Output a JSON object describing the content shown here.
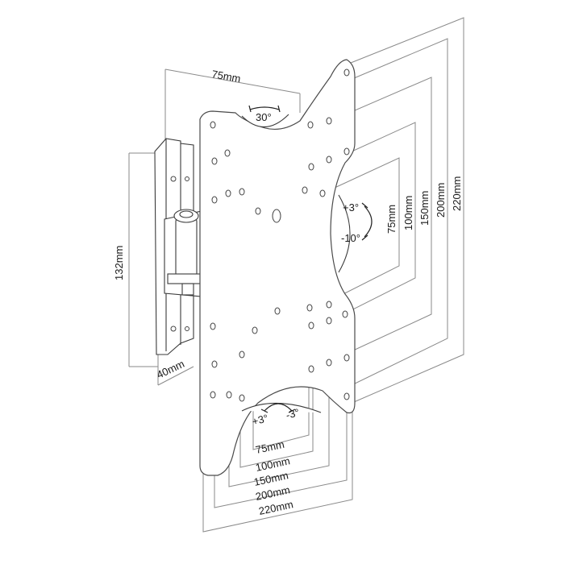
{
  "diagram": {
    "top_width_label": "75mm",
    "tilt_label": "30°",
    "height_label": "132mm",
    "depth_label": "40mm",
    "swivel_plus_label": "+3°",
    "swivel_minus_label": "-10°",
    "level_plus_label": "+3°",
    "level_minus_label": "-3°",
    "vertical_dims": [
      "75mm",
      "100mm",
      "150mm",
      "200mm",
      "220mm"
    ],
    "horizontal_dims": [
      "75mm",
      "100mm",
      "150mm",
      "200mm",
      "220mm"
    ]
  }
}
